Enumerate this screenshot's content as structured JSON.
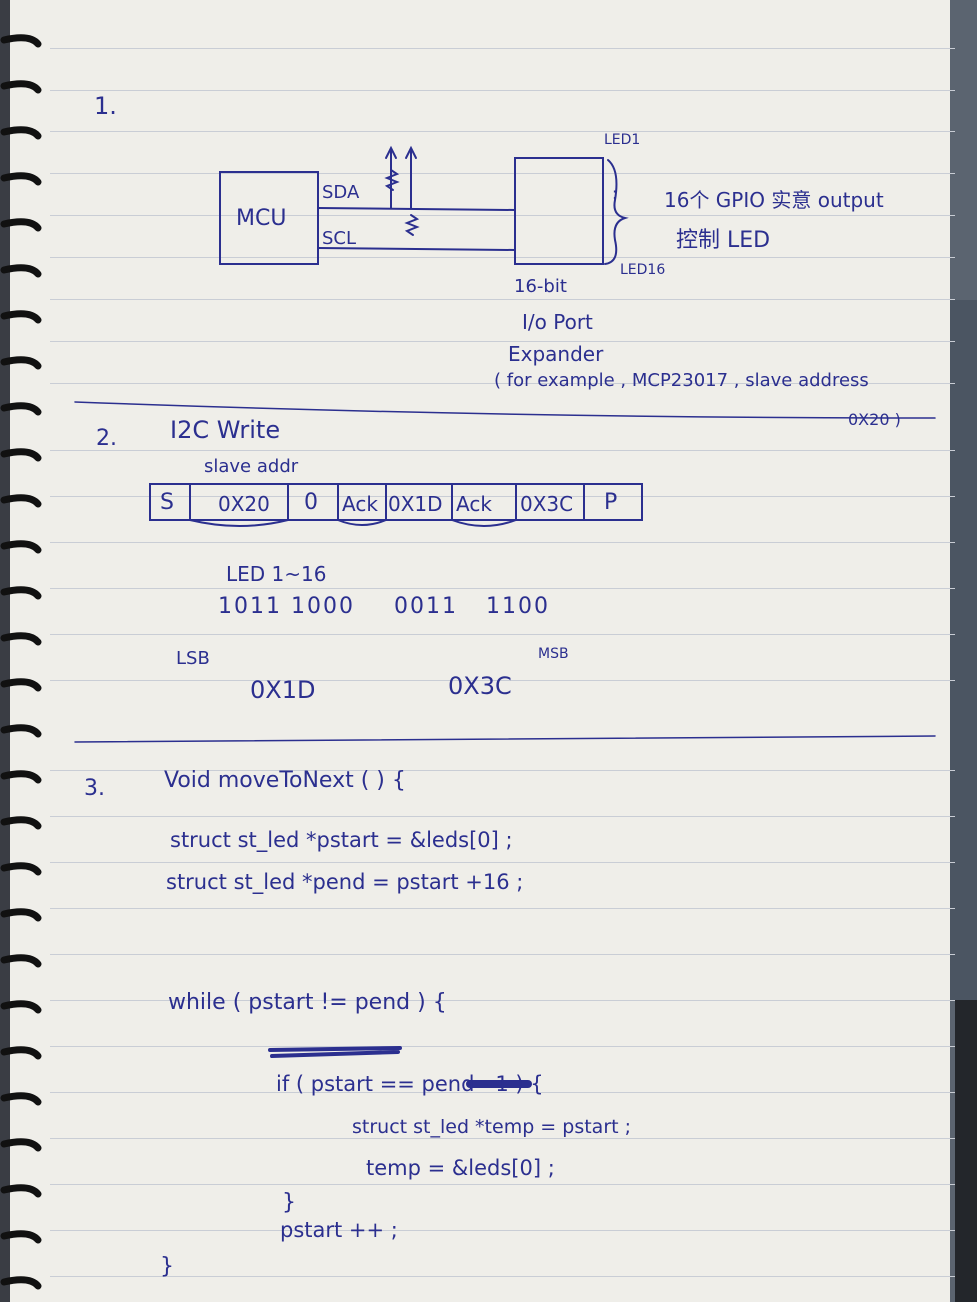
{
  "section1": {
    "number": "1.",
    "mcu_label": "MCU",
    "sda_label": "SDA",
    "scl_label": "SCL",
    "expander_lines": [
      "16-bit",
      "I/o Port",
      "Expander"
    ],
    "led_top": "LED1",
    "led_dots": ":",
    "led_bottom": "LED16",
    "note_line1": "16个 GPIO 实意 output",
    "note_line2": "控制 LED",
    "example_line": "( for example , MCP23017 , slave address",
    "example_address": "0X20 )"
  },
  "section2": {
    "number": "2.",
    "title": "I2C Write",
    "slave_addr_label": "slave addr",
    "frame_cells": [
      "S",
      "0X20",
      "0",
      "Ack",
      "0X1D",
      "Ack",
      "0X3C",
      "P"
    ],
    "led_range": "LED 1~16",
    "bits_byte1": "1011 1000",
    "bits_byte2_a": "0011",
    "bits_byte2_b": "1100",
    "lsb": "LSB",
    "msb": "MSB",
    "hex1": "0X1D",
    "hex2": "0X3C"
  },
  "section3": {
    "number": "3.",
    "code_lines": [
      "Void moveToNext ( ) {",
      "struct st_led *pstart = &leds[0] ;",
      "struct st_led *pend = pstart +16 ;",
      "while ( pstart != pend ) {",
      "if ( pstart == pend - 1 ) {",
      "struct st_led *temp = pstart ;",
      "temp = &leds[0] ;",
      "}",
      "pstart ++ ;",
      "}"
    ]
  }
}
